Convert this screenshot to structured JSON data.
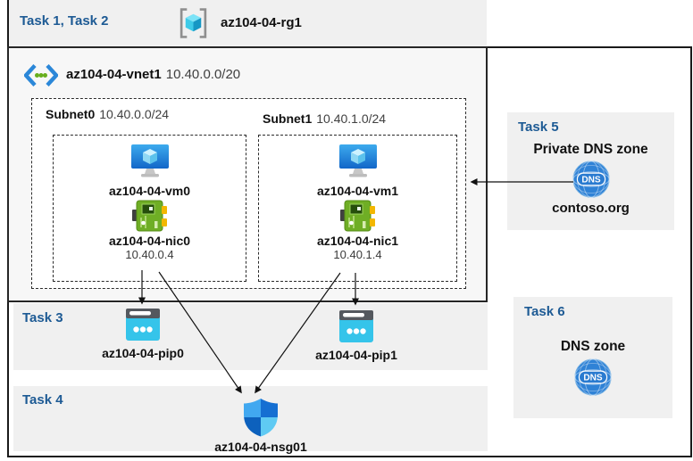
{
  "header": {
    "tasks": "Task 1, Task 2",
    "resource_group": "az104-04-rg1"
  },
  "vnet": {
    "name": "az104-04-vnet1",
    "cidr": "10.40.0.0/20"
  },
  "subnets": [
    {
      "name": "Subnet0",
      "cidr": "10.40.0.0/24",
      "vm": "az104-04-vm0",
      "nic": "az104-04-nic0",
      "ip": "10.40.0.4"
    },
    {
      "name": "Subnet1",
      "cidr": "10.40.1.0/24",
      "vm": "az104-04-vm1",
      "nic": "az104-04-nic1",
      "ip": "10.40.1.4"
    }
  ],
  "task3": {
    "label": "Task 3",
    "pip0": "az104-04-pip0",
    "pip1": "az104-04-pip1"
  },
  "task4": {
    "label": "Task 4",
    "nsg": "az104-04-nsg01"
  },
  "task5": {
    "label": "Task 5",
    "title": "Private DNS zone",
    "zone": "contoso.org",
    "dns_icon_text": "DNS"
  },
  "task6": {
    "label": "Task 6",
    "title": "DNS zone",
    "dns_icon_text": "DNS"
  },
  "colors": {
    "task_label_blue": "#1d5a94",
    "panel_gray": "#f0f0f0",
    "border_black": "#1a1a1a",
    "vm_screen_blue": "#1b76d2",
    "nic_green": "#6fae25",
    "nic_tab_yellow": "#f3b700",
    "pip_cyan": "#35c4ea",
    "pip_bar_gray": "#54585e",
    "dns_circle_blue": "#2f82d6",
    "nsg_light_blue": "#41a8f0",
    "nsg_dark_blue": "#0e6ccd",
    "rg_cube_cyan": "#50e6ff",
    "rg_bracket_gray": "#8f8f8f",
    "vnet_chevron_blue": "#2b87d8",
    "vnet_dot_green": "#67ae1d"
  }
}
